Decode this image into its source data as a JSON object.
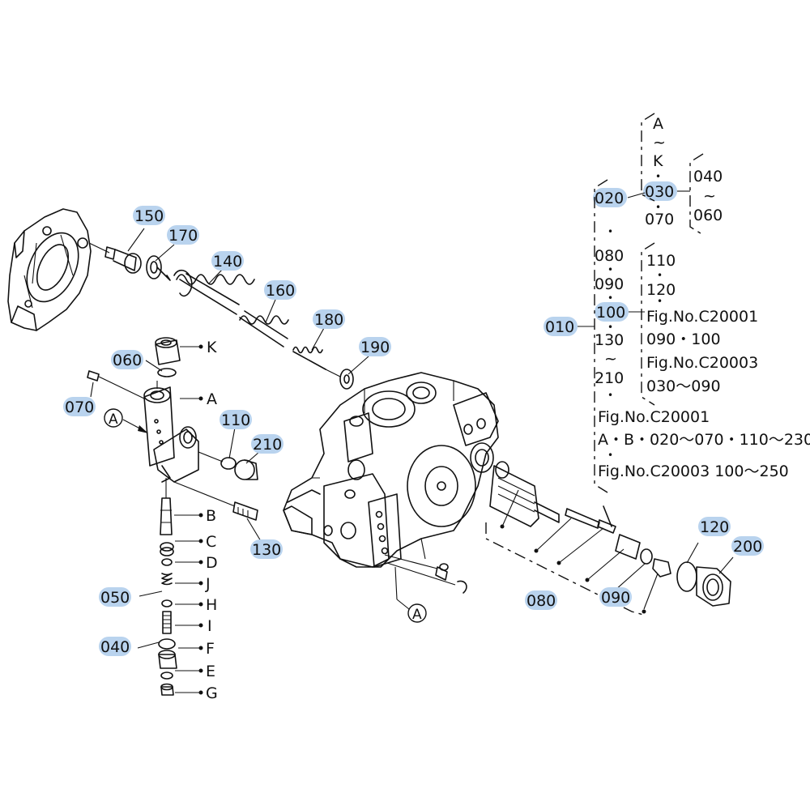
{
  "highlight_color": "#b9d3ee",
  "line_color": "#111111",
  "callouts": {
    "c150": "150",
    "c170": "170",
    "c140": "140",
    "c160": "160",
    "c180": "180",
    "c190": "190",
    "c060": "060",
    "c070": "070",
    "c110": "110",
    "c210": "210",
    "c130": "130",
    "c050": "050",
    "c040": "040",
    "c120": "120",
    "c200": "200",
    "c080": "080",
    "c090": "090"
  },
  "letters": {
    "K": "K",
    "A": "A",
    "B": "B",
    "C": "C",
    "D": "D",
    "J": "J",
    "H": "H",
    "I": "I",
    "F": "F",
    "E": "E",
    "G": "G"
  },
  "view_marker": "A",
  "tree": {
    "a": "A",
    "tilde1": "~",
    "k": "K",
    "dot1": "•",
    "n020": "020",
    "n030": "030",
    "n070": "070",
    "n040": "040",
    "tilde2": "~",
    "n060": "060",
    "dot2": "•",
    "n080": "080",
    "dot3": "•",
    "n090": "090",
    "dot4": "•",
    "n010": "010",
    "n100": "100",
    "dot5": "•",
    "n130": "130",
    "tilde3": "~",
    "n210": "210",
    "dot6": "•",
    "n110": "110",
    "dot7": "•",
    "n120": "120",
    "dot8": "•",
    "fig1": "Fig.No.C20001",
    "r090_100": "090・100",
    "fig3": "Fig.No.C20003",
    "r030_090": "030～090",
    "fig1b": "Fig.No.C20001",
    "rAB": "A・B・020～070・110～230",
    "dot9": "•",
    "fig3b": "Fig.No.C20003  100～250"
  }
}
